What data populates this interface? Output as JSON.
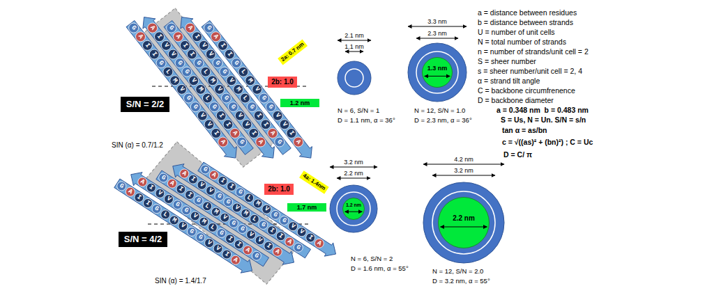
{
  "diagram": {
    "nodes": [
      {
        "text": [
          "2b: 1.0"
        ]
      },
      {
        "text": [
          "2a: 0.7 nm"
        ]
      },
      {
        "text": [
          "1.2 nm"
        ]
      },
      {
        "text": [
          "S/N = 2/2"
        ]
      },
      {
        "text": [
          "1.3 nm"
        ]
      },
      {
        "text": [
          "2b: 1.0"
        ]
      },
      {
        "text": [
          "4a: 1.4nm"
        ]
      },
      {
        "text": [
          "1.7 nm"
        ]
      },
      {
        "text": [
          "S/N = 4/2"
        ]
      },
      {
        "text": [
          "1.2 nm"
        ]
      },
      {
        "text": [
          "2.2 nm"
        ]
      }
    ],
    "labels": [
      "GAIIGLMVGGVVIA",
      "AIVVGGVMLGIIAG",
      "GAIIGLMVGGVVIA",
      "AIVVGGVMLGIIAG",
      "GAIIGLMVGGVVIA",
      "SIN (α) = 0.7/1.2",
      "2.1 nm",
      "1.1 nm",
      "N = 6, S/N = 1",
      "D = 1.1 nm, α = 36°",
      "3.3 nm",
      "2.3 nm",
      "N = 12, S/N = 1.0",
      "D = 2.3 nm, α = 36°",
      "a = distance between residues",
      "b = distance between strands",
      "U = number of unit cells",
      "N = total number of strands",
      "n = number of strands/unit cell = 2",
      "S = sheer number",
      "s = sheer number/unit cell = 2, 4",
      "α = strand tilt angle",
      "C = backbone circumfrenence",
      "D = backbone diameter",
      "a = 0.348 nm  b = 0.483 nm",
      "S = Us, N = Un. S/N = s/n",
      "tan α = as/bn",
      "c = √((as)² + (bn)²) ; C = Uc",
      "D = C/ π",
      "GAIIGLMVGGVVIA",
      "AIVVGGVMLGIIAG",
      "GAIIGLMVGGVVIA",
      "AIVVGGVMLGIIAG",
      "GAIIGLMVGGVVIA",
      "SIN (α) = 1.4/1.7",
      "3.2 nm",
      "2.2 nm",
      "N = 6, S/N = 2",
      "D = 1.6 nm, α = 55°",
      "4.2 nm",
      "3.2 nm",
      "N = 12, S/N = 2.0",
      "D = 3.2 nm, α = 55°"
    ]
  }
}
